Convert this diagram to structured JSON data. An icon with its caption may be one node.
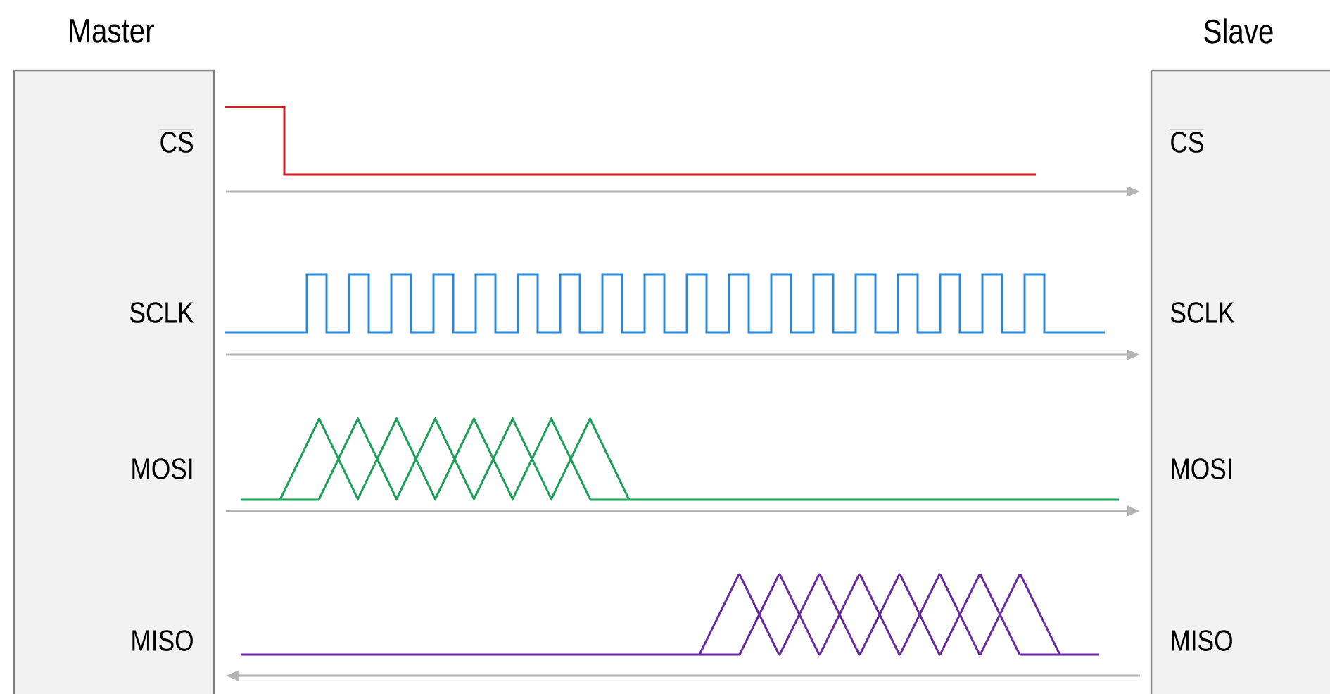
{
  "diagram": {
    "nodes": [
      {
        "text": [
          "Master"
        ]
      },
      {
        "text": [
          "CS"
        ],
        "in": 0
      },
      {
        "text": [
          "SCLK"
        ],
        "in": 0
      },
      {
        "text": [
          "MOSI"
        ],
        "in": 0
      },
      {
        "text": [
          "MISO"
        ],
        "in": 0
      },
      {
        "text": [
          "Slave"
        ]
      },
      {
        "text": [
          "CS"
        ],
        "in": 5
      },
      {
        "text": [
          "SCLK"
        ],
        "in": 5
      },
      {
        "text": [
          "MOSI"
        ],
        "in": 5
      },
      {
        "text": [
          "MISO"
        ],
        "in": 5
      }
    ],
    "edges": [
      {
        "from": 0,
        "to": 5,
        "arrow": "to"
      },
      {
        "from": 0,
        "to": 5,
        "arrow": "to"
      },
      {
        "from": 0,
        "to": 5,
        "arrow": "to"
      },
      {
        "from": 5,
        "to": 0,
        "arrow": "to"
      }
    ]
  }
}
